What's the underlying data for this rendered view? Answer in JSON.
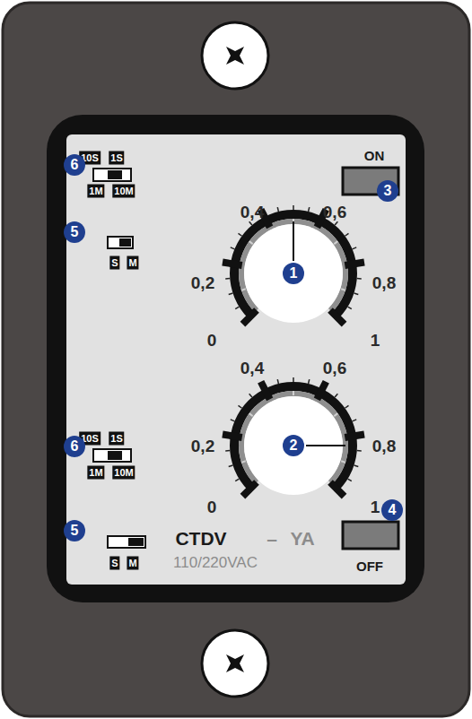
{
  "diagram": {
    "labels": [
      "10S",
      "1S",
      "1M",
      "10M",
      "S",
      "M",
      "10S",
      "1S",
      "1M",
      "10M",
      "S",
      "M",
      "ON",
      "OFF",
      "CTDV",
      "–",
      "YA",
      "110/220VAC",
      "0",
      "0,2",
      "0,4",
      "0,6",
      "0,8",
      "1",
      "0",
      "0,2",
      "0,4",
      "0,6",
      "0,8",
      "1",
      "1",
      "2",
      "3",
      "4",
      "5",
      "6",
      "5",
      "6"
    ]
  }
}
